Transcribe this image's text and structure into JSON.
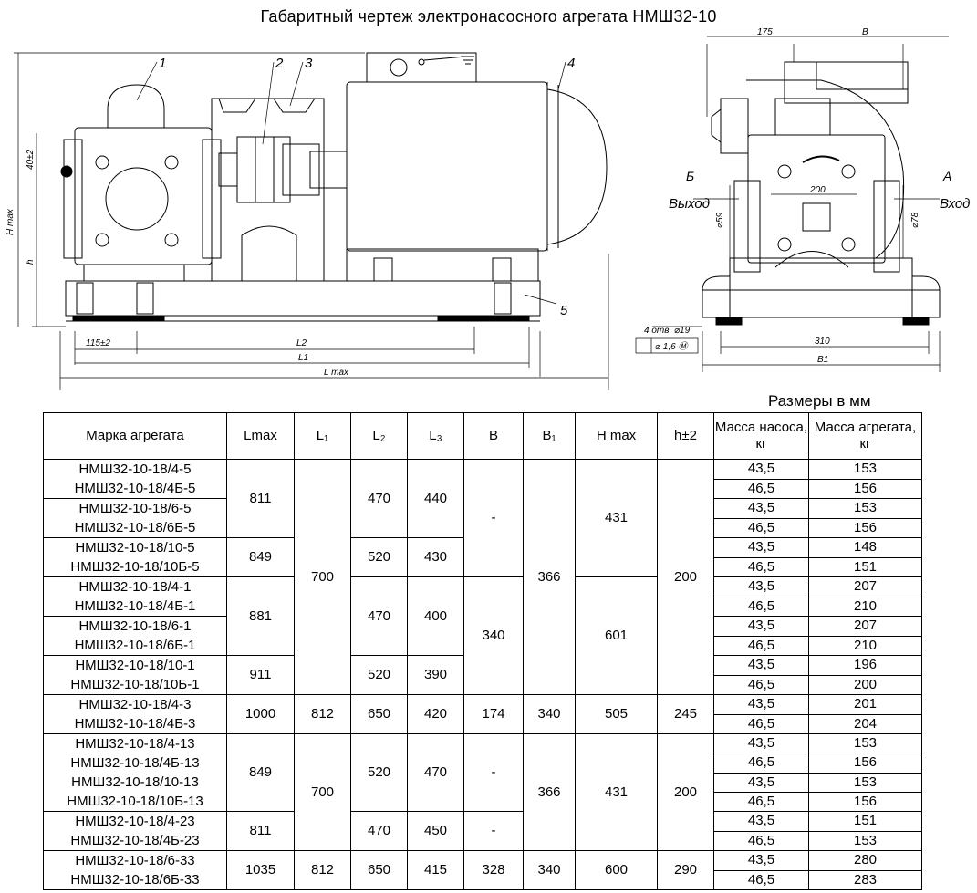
{
  "title": "Габаритный чертеж электронасосного агрегата НМШ32-10",
  "units_note": "Размеры  в мм",
  "drawing_labels": {
    "callouts": [
      "1",
      "2",
      "3",
      "4",
      "5"
    ],
    "dim_40": "40±2",
    "dim_hmax": "H max",
    "dim_h": "h",
    "dim_115": "115±2",
    "dim_L2": "L2",
    "dim_L1": "L1",
    "dim_Lmax": "L max",
    "dim_175": "175",
    "dim_B": "B",
    "dim_200": "200",
    "dim_59": "⌀59",
    "dim_78": "⌀78",
    "label_B_arrow": "Б",
    "label_A_arrow": "А",
    "label_out": "Выход",
    "label_in": "Вход",
    "holes": "4 отв. ⌀19",
    "tolerance": "⌀ 1,6 Ⓜ",
    "dim_310": "310",
    "dim_B1": "B1"
  },
  "table": {
    "headers": {
      "mark": "Марка агрегата",
      "lmax": "Lmax",
      "l1": "L₁",
      "l2": "L₂",
      "l3": "L₃",
      "b": "B",
      "b1": "B₁",
      "hmax": "H max",
      "h": "h±2",
      "pump_mass": "Масса насоса, кг",
      "unit_mass": "Масса агрегата, кг"
    },
    "rows": [
      {
        "mark": "НМШ32-10-18/4-5",
        "pump": "43,5",
        "unit": "153"
      },
      {
        "mark": "НМШ32-10-18/4Б-5",
        "pump": "46,5",
        "unit": "156"
      },
      {
        "mark": "НМШ32-10-18/6-5",
        "pump": "43,5",
        "unit": "153"
      },
      {
        "mark": "НМШ32-10-18/6Б-5",
        "pump": "46,5",
        "unit": "156"
      },
      {
        "mark": "НМШ32-10-18/10-5",
        "pump": "43,5",
        "unit": "148"
      },
      {
        "mark": "НМШ32-10-18/10Б-5",
        "pump": "46,5",
        "unit": "151"
      },
      {
        "mark": "НМШ32-10-18/4-1",
        "pump": "43,5",
        "unit": "207"
      },
      {
        "mark": "НМШ32-10-18/4Б-1",
        "pump": "46,5",
        "unit": "210"
      },
      {
        "mark": "НМШ32-10-18/6-1",
        "pump": "43,5",
        "unit": "207"
      },
      {
        "mark": "НМШ32-10-18/6Б-1",
        "pump": "46,5",
        "unit": "210"
      },
      {
        "mark": "НМШ32-10-18/10-1",
        "pump": "43,5",
        "unit": "196"
      },
      {
        "mark": "НМШ32-10-18/10Б-1",
        "pump": "46,5",
        "unit": "200"
      },
      {
        "mark": "НМШ32-10-18/4-3",
        "pump": "43,5",
        "unit": "201"
      },
      {
        "mark": "НМШ32-10-18/4Б-3",
        "pump": "46,5",
        "unit": "204"
      },
      {
        "mark": "НМШ32-10-18/4-13",
        "pump": "43,5",
        "unit": "153"
      },
      {
        "mark": "НМШ32-10-18/4Б-13",
        "pump": "46,5",
        "unit": "156"
      },
      {
        "mark": "НМШ32-10-18/10-13",
        "pump": "43,5",
        "unit": "153"
      },
      {
        "mark": "НМШ32-10-18/10Б-13",
        "pump": "46,5",
        "unit": "156"
      },
      {
        "mark": "НМШ32-10-18/4-23",
        "pump": "43,5",
        "unit": "151"
      },
      {
        "mark": "НМШ32-10-18/4Б-23",
        "pump": "46,5",
        "unit": "153"
      },
      {
        "mark": "НМШ32-10-18/6-33",
        "pump": "43,5",
        "unit": "280"
      },
      {
        "mark": "НМШ32-10-18/6Б-33",
        "pump": "46,5",
        "unit": "283"
      }
    ],
    "groups": {
      "lmax": [
        "811",
        "849",
        "881",
        "911",
        "1000",
        "849",
        "811",
        "1035"
      ],
      "l1": [
        "700",
        "812",
        "700",
        "812"
      ],
      "l2": [
        "470",
        "520",
        "470",
        "520",
        "650",
        "520",
        "470",
        "650"
      ],
      "l3": [
        "440",
        "430",
        "400",
        "390",
        "420",
        "470",
        "450",
        "415"
      ],
      "b": [
        "-",
        "340",
        "174",
        "-",
        "-",
        "328"
      ],
      "b1": [
        "366",
        "340",
        "366",
        "340"
      ],
      "hmax": [
        "431",
        "601",
        "505",
        "431",
        "600"
      ],
      "h": [
        "200",
        "245",
        "200",
        "290"
      ]
    }
  }
}
